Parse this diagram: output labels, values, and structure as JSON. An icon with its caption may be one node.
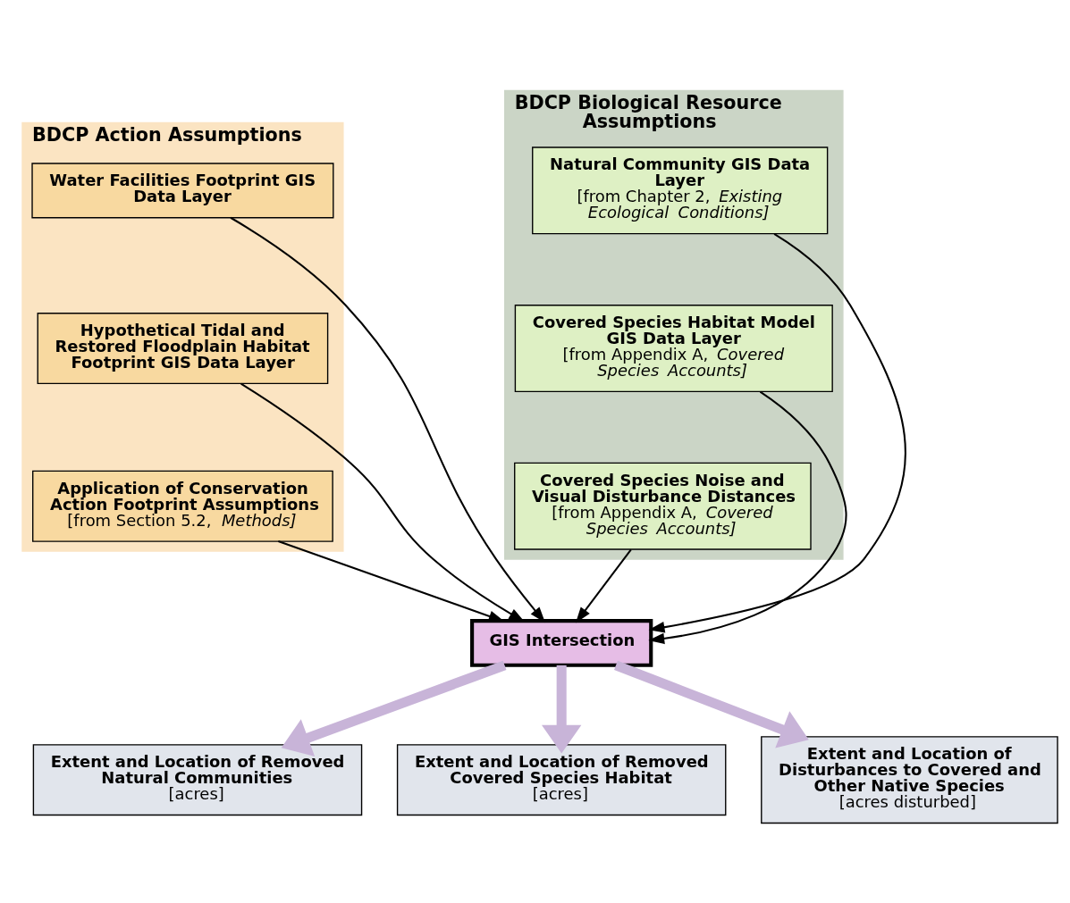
{
  "diagram": {
    "nodes": [
      {
        "text": [
          "BDCP Action Assumptions"
        ]
      },
      {
        "text": [
          "Water Facilities Footprint GIS Data Layer"
        ],
        "in": 0
      },
      {
        "text": [
          "Hypothetical Tidal and Restored Floodplain Habitat Footprint GIS Data Layer"
        ],
        "in": 0
      },
      {
        "text": [
          "Application of Conservation Action Footprint Assumptions",
          "[from Section 5.2, *Methods*]"
        ],
        "in": 0
      },
      {
        "text": [
          "BDCP Biological Resource Assumptions"
        ]
      },
      {
        "text": [
          "Natural Community GIS Data Layer",
          "[from Chapter 2, *Existing Ecological Conditions*]"
        ],
        "in": 4
      },
      {
        "text": [
          "Covered Species Habitat Model GIS Data Layer",
          "[from Appendix A, *Covered Species Accounts*]"
        ],
        "in": 4
      },
      {
        "text": [
          "Covered Species Noise and Visual Disturbance Distances",
          "[from Appendix A, *Covered Species Accounts*]"
        ],
        "in": 4
      },
      {
        "text": [
          "GIS Intersection"
        ]
      },
      {
        "text": [
          "Extent and Location of Removed Natural Communities",
          "[acres]"
        ]
      },
      {
        "text": [
          "Extent and Location of Removed Covered Species Habitat",
          "[acres]"
        ]
      },
      {
        "text": [
          "Extent and Location of Disturbances to Covered and Other Native Species",
          "[acres disturbed]"
        ]
      }
    ],
    "edges": [
      {
        "from": 1,
        "to": 8,
        "arrow": "to"
      },
      {
        "from": 2,
        "to": 8,
        "arrow": "to"
      },
      {
        "from": 3,
        "to": 8,
        "arrow": "to"
      },
      {
        "from": 5,
        "to": 8,
        "arrow": "to"
      },
      {
        "from": 6,
        "to": 8,
        "arrow": "to"
      },
      {
        "from": 7,
        "to": 8,
        "arrow": "to"
      },
      {
        "from": 8,
        "to": 9,
        "arrow": "to",
        "style": "thick",
        "color": "#c8b4d8"
      },
      {
        "from": 8,
        "to": 10,
        "arrow": "to",
        "style": "thick",
        "color": "#c8b4d8"
      },
      {
        "from": 8,
        "to": 11,
        "arrow": "to",
        "style": "thick",
        "color": "#c8b4d8"
      }
    ]
  }
}
